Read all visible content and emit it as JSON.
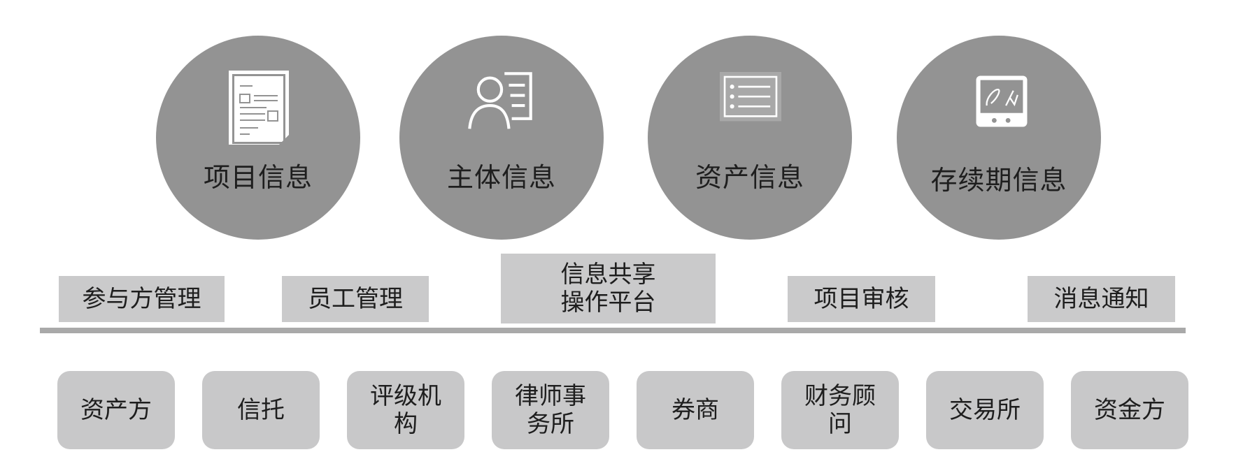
{
  "info_types": [
    {
      "label": "项目信息",
      "icon": "document-icon"
    },
    {
      "label": "主体信息",
      "icon": "contact-card-icon"
    },
    {
      "label": "资产信息",
      "icon": "list-icon"
    },
    {
      "label": "存续期信息",
      "icon": "tablet-chart-icon"
    }
  ],
  "modules": [
    {
      "label": "参与方管理"
    },
    {
      "label": "员工管理"
    },
    {
      "label": "信息共享\n操作平台"
    },
    {
      "label": "项目审核"
    },
    {
      "label": "消息通知"
    }
  ],
  "participants": [
    {
      "label": "资产方"
    },
    {
      "label": "信托"
    },
    {
      "label": "评级机\n构"
    },
    {
      "label": "律师事\n务所"
    },
    {
      "label": "券商"
    },
    {
      "label": "财务顾\n问"
    },
    {
      "label": "交易所"
    },
    {
      "label": "资金方"
    }
  ],
  "colors": {
    "circle": "#939393",
    "box": "#cacacb",
    "line": "#a9a9a9",
    "icon": "#ffffff"
  }
}
